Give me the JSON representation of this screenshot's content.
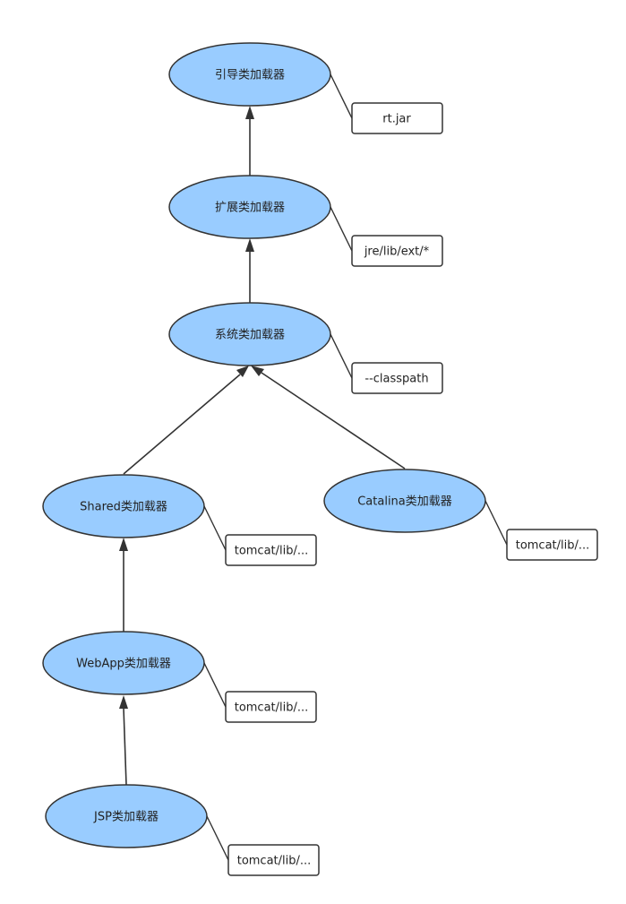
{
  "diagram": {
    "colors": {
      "node_fill": "#99ccff",
      "stroke": "#333333",
      "note_fill": "#ffffff",
      "text": "#222222"
    },
    "nodes": {
      "bootstrap": {
        "label": "引导类加载器",
        "note": "rt.jar"
      },
      "extension": {
        "label": "扩展类加载器",
        "note": "jre/lib/ext/*"
      },
      "system": {
        "label": "系统类加载器",
        "note": "--classpath"
      },
      "shared": {
        "label": "Shared类加载器",
        "note": "tomcat/lib/..."
      },
      "catalina": {
        "label": "Catalina类加载器",
        "note": "tomcat/lib/..."
      },
      "webapp": {
        "label": "WebApp类加载器",
        "note": "tomcat/lib/..."
      },
      "jsp": {
        "label": "JSP类加载器",
        "note": "tomcat/lib/..."
      }
    },
    "edges": [
      {
        "from": "extension",
        "to": "bootstrap"
      },
      {
        "from": "system",
        "to": "extension"
      },
      {
        "from": "shared",
        "to": "system"
      },
      {
        "from": "catalina",
        "to": "system"
      },
      {
        "from": "webapp",
        "to": "shared"
      },
      {
        "from": "jsp",
        "to": "webapp"
      }
    ]
  }
}
